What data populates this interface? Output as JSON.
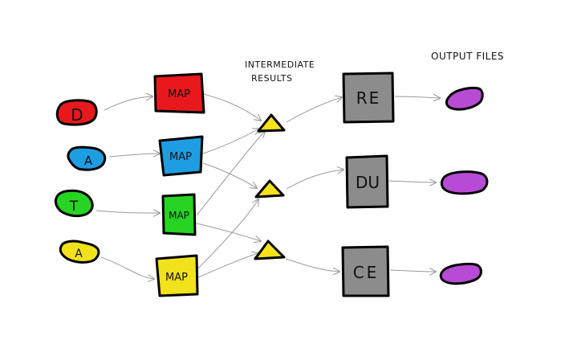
{
  "labels": {
    "intermediate_line1": "INTERMEDIATE",
    "intermediate_line2": "RESULTS",
    "output_files": "OUTPUT FILES"
  },
  "inputs": [
    {
      "letter": "D",
      "color": "#e8191d"
    },
    {
      "letter": "A",
      "color": "#1e9de3"
    },
    {
      "letter": "T",
      "color": "#27d323"
    },
    {
      "letter": "A",
      "color": "#f1e21c"
    }
  ],
  "maps": [
    {
      "label": "MAP",
      "color": "#e8191d"
    },
    {
      "label": "MAP",
      "color": "#1e9de3"
    },
    {
      "label": "MAP",
      "color": "#27d323"
    },
    {
      "label": "MAP",
      "color": "#f1e21c"
    }
  ],
  "intermediate_color": "#f5e21a",
  "reducers": [
    {
      "label": "RE",
      "color": "#8c8c8c"
    },
    {
      "label": "DU",
      "color": "#8c8c8c"
    },
    {
      "label": "CE",
      "color": "#8c8c8c"
    }
  ],
  "output_color": "#b84bd6"
}
